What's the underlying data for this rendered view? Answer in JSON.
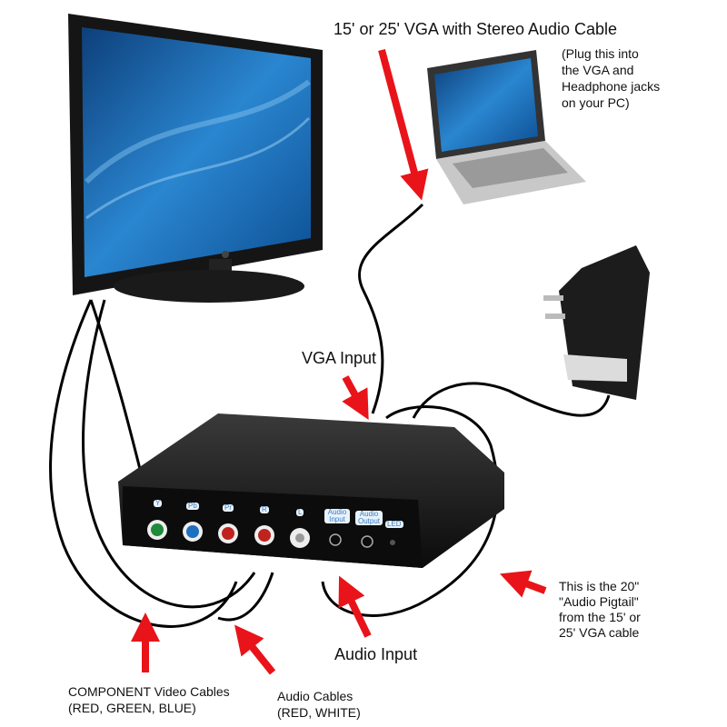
{
  "labels": {
    "vga_cable": "15' or 25' VGA with Stereo Audio Cable",
    "plug_note": [
      "(Plug this into",
      "the VGA and",
      "Headphone jacks",
      "on your PC)"
    ],
    "vga_input": "VGA Input",
    "pigtail_note": [
      "This is the 20\"",
      "\"Audio Pigtail\"",
      "from the 15' or",
      " 25' VGA cable"
    ],
    "audio_input": "Audio Input",
    "component_cables": [
      "COMPONENT Video Cables",
      "(RED, GREEN, BLUE)"
    ],
    "audio_cables": [
      "Audio Cables",
      "(RED, WHITE)"
    ]
  },
  "ports": [
    "Y",
    "Pb",
    "Pr",
    "R",
    "L",
    "Audio Input",
    "Audio Output",
    "LED"
  ],
  "colors": {
    "arrow": "#e8141a",
    "screen": "#1e6fb8",
    "green": "#1f8a3a",
    "blue": "#1f6fc0",
    "red": "#c0231e",
    "white": "#eeeeee"
  }
}
